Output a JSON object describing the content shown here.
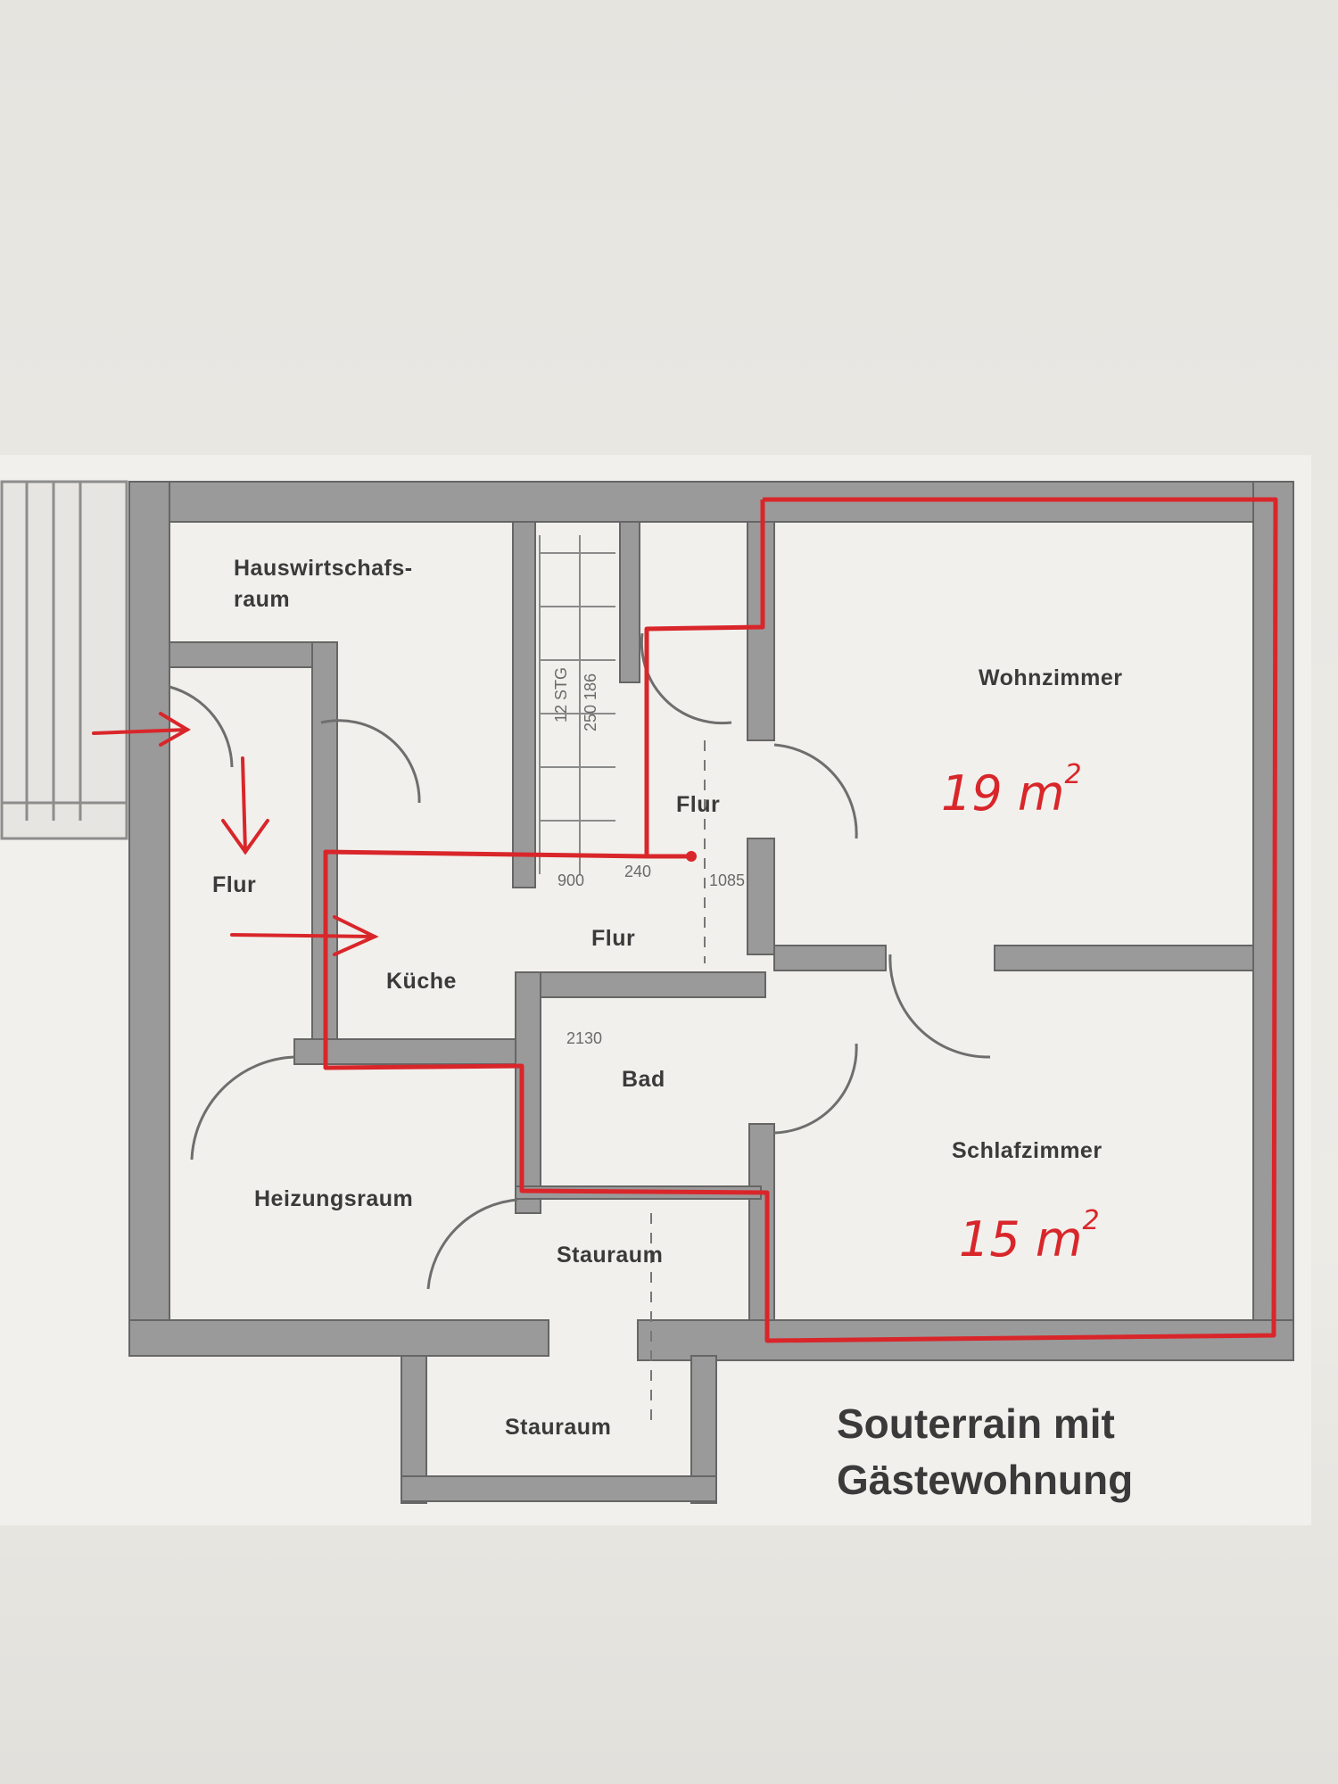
{
  "rooms": {
    "hauswirtschaft_line1": "Hauswirtschafs-",
    "hauswirtschaft_line2": "raum",
    "flur_left": "Flur",
    "flur_stair": "Flur",
    "flur_center": "Flur",
    "kueche": "Küche",
    "bad": "Bad",
    "heizungsraum": "Heizungsraum",
    "stauraum_inner": "Stauraum",
    "stauraum_outer": "Stauraum",
    "wohnzimmer": "Wohnzimmer",
    "schlafzimmer": "Schlafzimmer"
  },
  "areas": {
    "wohnzimmer_value": "19 m",
    "wohnzimmer_exp": "2",
    "schlafzimmer_value": "15 m",
    "schlafzimmer_exp": "2"
  },
  "dimensions": {
    "stair_steps": "12 STG",
    "stair_size": "250 186",
    "d900": "900",
    "d240": "240",
    "d1085": "1085",
    "d2130": "2130"
  },
  "title": {
    "line1": "Souterrain mit",
    "line2": "Gästewohnung"
  },
  "colors": {
    "wall": "#7d7d7d",
    "annotation": "#d9262a",
    "paper": "#f3f2ee"
  }
}
